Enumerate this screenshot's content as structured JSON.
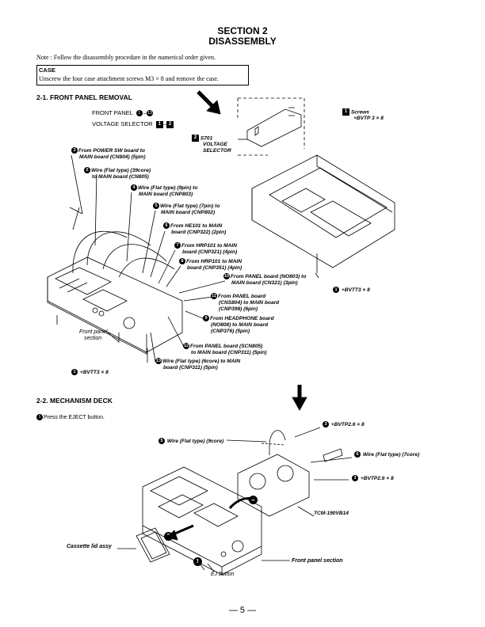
{
  "header": {
    "section": "SECTION 2",
    "title": "DISASSEMBLY"
  },
  "note": "Note : Follow the disassembly procedure in the numerical order given.",
  "case": {
    "title": "CASE",
    "text": "Unscrew the four case attachment screws M3 × 8 and remove the case."
  },
  "sec1": {
    "heading": "2-1. FRONT PANEL REMOVAL",
    "front_panel": "FRONT PANEL",
    "front_panel_range_start": "1",
    "front_panel_range_end": "13",
    "voltage_selector": "VOLTAGE SELECTOR",
    "voltage_range_start": "1",
    "voltage_range_end": "2",
    "screws_num": "1",
    "screws": "Screws",
    "screws_spec": "+BVTP 3 × 8",
    "s701_num": "2",
    "s701": "S701",
    "s701_a": "VOLTAGE",
    "s701_b": "SELECTOR",
    "labels": [
      {
        "n": "3",
        "a": "From POWER SW board  to",
        "b": "MAIN board (CN804) (5pin)"
      },
      {
        "n": "2",
        "a": "Wire (Flat type) (39core)",
        "b": "to MAIN board (CN805)"
      },
      {
        "n": "4",
        "a": "Wire (Flat type) (9pin) to",
        "b": "MAIN board (CNP803)"
      },
      {
        "n": "5",
        "a": "Wire (Flat type) (7pin) to",
        "b": "MAIN board (CNP802)"
      },
      {
        "n": "6",
        "a": "From HE101 to MAIN",
        "b": "board (CNP322) (2pin)"
      },
      {
        "n": "7",
        "a": "From HRP101 to MAIN",
        "b": "board (CNP321) (4pin)"
      },
      {
        "n": "8",
        "a": "From HRP101 to MAIN",
        "b": "board (CNP351) (4pin)"
      },
      {
        "n": "10",
        "a": "From PANEL board (NO803) to",
        "b": "MAIN board (CN321) (3pin)"
      },
      {
        "n": "11",
        "a": "From PANEL board",
        "b": "(CNS804) to MAIN board",
        "c": "(CNP398) (6pin)"
      },
      {
        "n": "9",
        "a": "From HEADPHONE board",
        "b": "(NO808) to MAIN board",
        "c": "(CNP376) (5pin)"
      },
      {
        "n": "12",
        "a": "From PANEL board (SCN805)",
        "b": "to MAIN board (CNP311) (5pin)"
      },
      {
        "n": "13",
        "a": "Wire (Flat type) (6core) to MAIN",
        "b": "board (CNP311) (5pin)"
      }
    ],
    "front_panel_section_a": "Front panel",
    "front_panel_section_b": "section",
    "bvtt_num": "1",
    "bvtt": "+BVTT3 × 8",
    "bvtt_right_num": "1",
    "bvtt_right": "+BVTT3 × 8"
  },
  "sec2": {
    "heading": "2-2. MECHANISM DECK",
    "step1_num": "1",
    "step1": "Press the EJECT button.",
    "wire9_num": "5",
    "wire9": "Wire (Flat type) (9core)",
    "bvtp_top_num": "3",
    "bvtp_top": "+BVTP2.6 × 8",
    "wire7_num": "6",
    "wire7": "Wire (Flat type) (7core)",
    "bvtp_mid_num": "3",
    "bvtp_mid": "+BVTP2.6 × 8",
    "tcm": "TCM-190VB14",
    "arrow4": "4",
    "arrow2": "2",
    "cassette_lid": "Cassette lid assy",
    "front_panel_section": "Front panel section",
    "ej_num": "1",
    "ej_button": "EJ button"
  },
  "footer": {
    "page": "— 5 —"
  }
}
